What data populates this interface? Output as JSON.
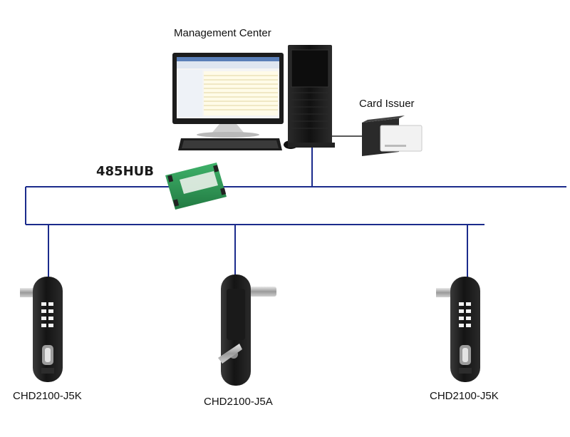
{
  "labels": {
    "management_center": "Management Center",
    "card_issuer": "Card Issuer",
    "hub": "485HUB"
  },
  "locks": [
    {
      "model": "CHD2100-J5K"
    },
    {
      "model": "CHD2100-J5A"
    },
    {
      "model": "CHD2100-J5K"
    }
  ],
  "colors": {
    "bus_line": "#1b2b8c",
    "hub_body": "#2e9a55",
    "lock_body": "#1e1e1e"
  }
}
